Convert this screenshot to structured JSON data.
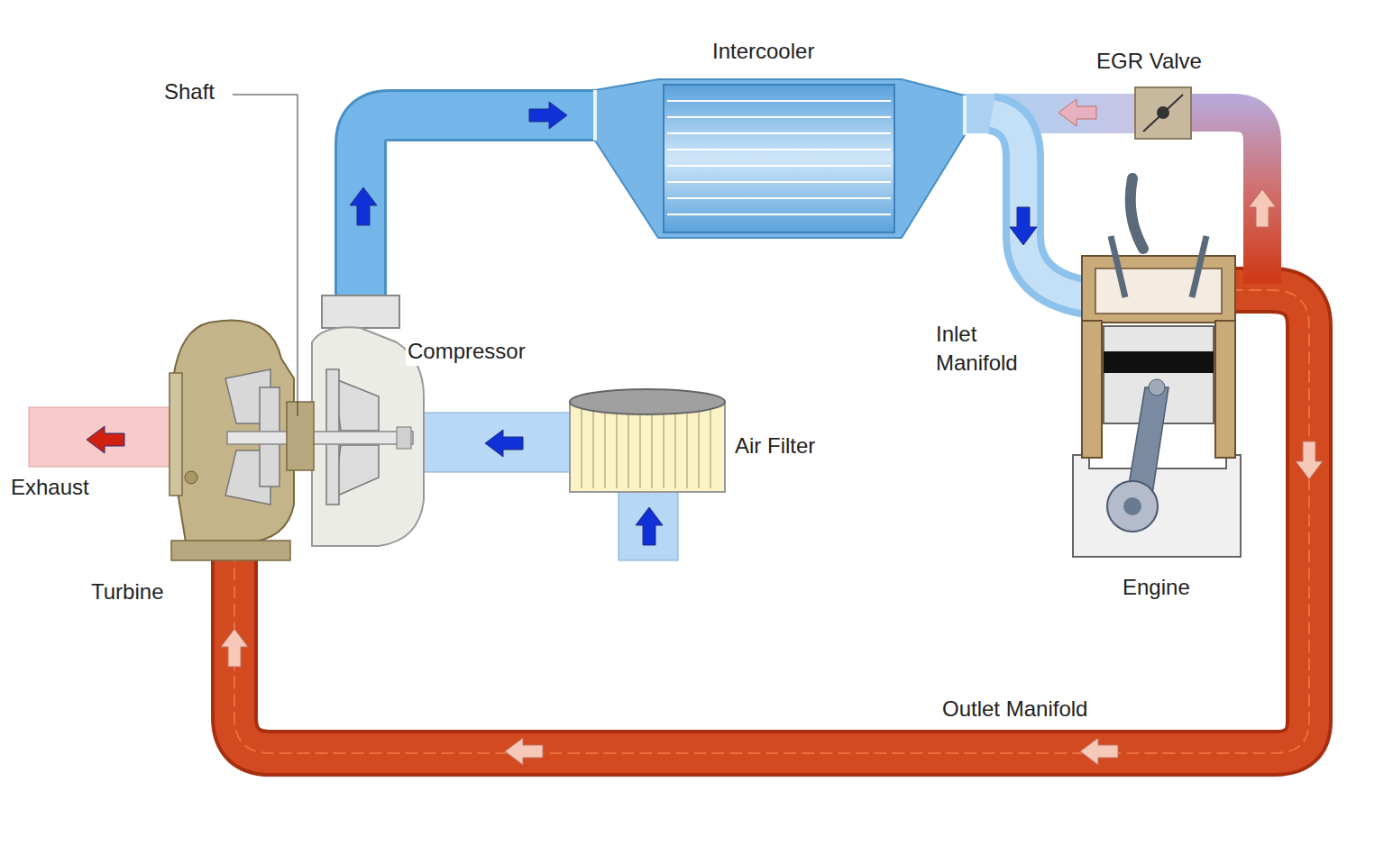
{
  "diagram": {
    "labels": [
      "Shaft",
      "Intercooler",
      "EGR Valve",
      "Compressor",
      "Inlet Manifold",
      "Air Filter",
      "Exhaust",
      "Turbine",
      "Engine",
      "Outlet Manifold"
    ]
  }
}
